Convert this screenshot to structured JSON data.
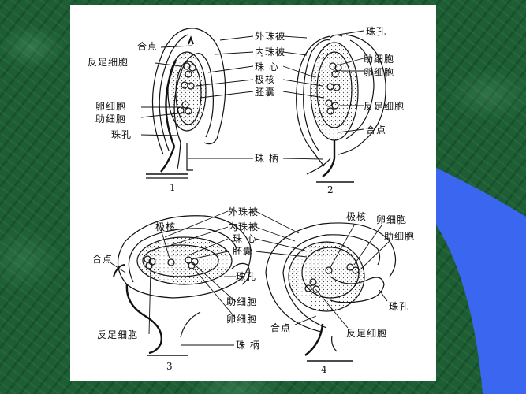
{
  "slide": {
    "background": "green-marble-texture",
    "accent_color": "#3a66f0",
    "panel_color": "#ffffff"
  },
  "figures": [
    {
      "number": "1",
      "type": "orthotropous",
      "labels": {
        "chalaza": "合点",
        "antipodal_cells": "反足细胞",
        "egg_cell": "卵细胞",
        "synergids": "助细胞",
        "micropyle": "珠孔",
        "outer_integument": "外珠被",
        "inner_integument": "内珠被",
        "nucellus": "珠 心",
        "polar_nuclei": "极核",
        "embryo_sac": "胚囊",
        "funiculus": "珠 柄"
      }
    },
    {
      "number": "2",
      "type": "anatropous",
      "labels": {
        "micropyle": "珠孔",
        "synergids": "助细胞",
        "egg_cell": "卵细胞",
        "antipodal_cells": "反足细胞",
        "chalaza": "合点"
      }
    },
    {
      "number": "3",
      "type": "campylotropous",
      "labels": {
        "outer_integument": "外珠被",
        "inner_integument": "内珠被",
        "nucellus": "珠 心",
        "embryo_sac": "胚囊",
        "polar_nuclei": "极核",
        "chalaza": "合点",
        "micropyle": "珠孔",
        "synergids": "助细胞",
        "egg_cell": "卵细胞",
        "antipodal_cells": "反足细胞",
        "funiculus": "珠 柄"
      }
    },
    {
      "number": "4",
      "type": "amphitropous",
      "labels": {
        "polar_nuclei": "极核",
        "egg_cell": "卵细胞",
        "synergids": "助细胞",
        "micropyle": "珠孔",
        "chalaza": "合点",
        "antipodal_cells": "反足细胞"
      }
    }
  ]
}
